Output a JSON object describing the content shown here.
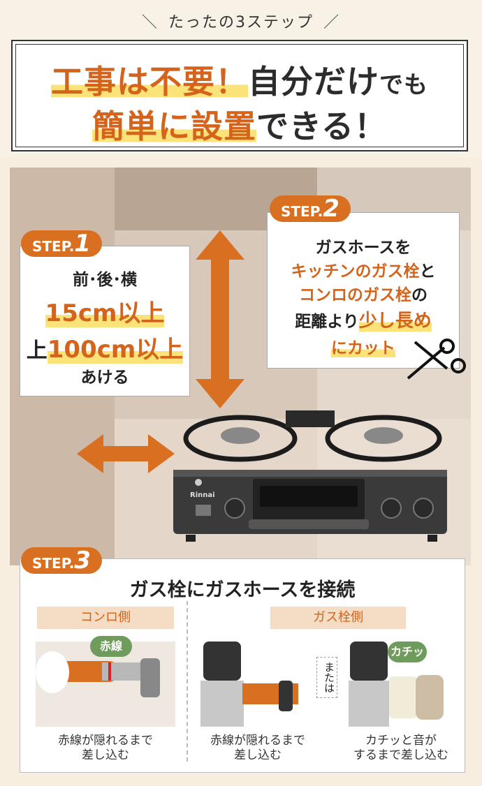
{
  "header": {
    "subtitle": "たったの3ステップ",
    "title_line1": {
      "hl1": "工事は不要！",
      "plain1": "自分だけ",
      "small": "でも"
    },
    "title_line2": {
      "hl2": "簡単に設置",
      "plain2": "できる！"
    }
  },
  "step1": {
    "badge_text": "STEP.",
    "badge_num": "1",
    "line1": "前･後･横",
    "line2": "15cm以上",
    "line3_prefix": "上",
    "line3_hl": "100cm以上",
    "line4": "あける"
  },
  "step2": {
    "badge_text": "STEP.",
    "badge_num": "2",
    "line1": "ガスホースを",
    "line2_hl": "キッチンのガス栓",
    "line2_suffix": "と",
    "line3_hl": "コンロのガス栓",
    "line3_suffix": "の",
    "line4_prefix": "距離より",
    "line4_hl": "少し長め",
    "line5": "にカット"
  },
  "stove": {
    "brand": "Rinnai"
  },
  "step3": {
    "badge_text": "STEP.",
    "badge_num": "3",
    "heading": "ガス栓にガスホースを接続",
    "left_label": "コンロ側",
    "right_label": "ガス栓側",
    "bubble_red": "赤線",
    "bubble_click": "カチッ",
    "or_text": "または",
    "cap1": "赤線が隠れるまで差し込む",
    "cap1_a": "赤線が隠れるまで",
    "cap1_b": "差し込む",
    "cap2_a": "赤線が隠れるまで",
    "cap2_b": "差し込む",
    "cap3_a": "カチッと音が",
    "cap3_b": "するまで差し込む"
  },
  "colors": {
    "accent": "#d86f21",
    "highlight": "#fbe37a",
    "label_bg": "#f5dcc4",
    "bubble_green": "#6f9c5c"
  }
}
